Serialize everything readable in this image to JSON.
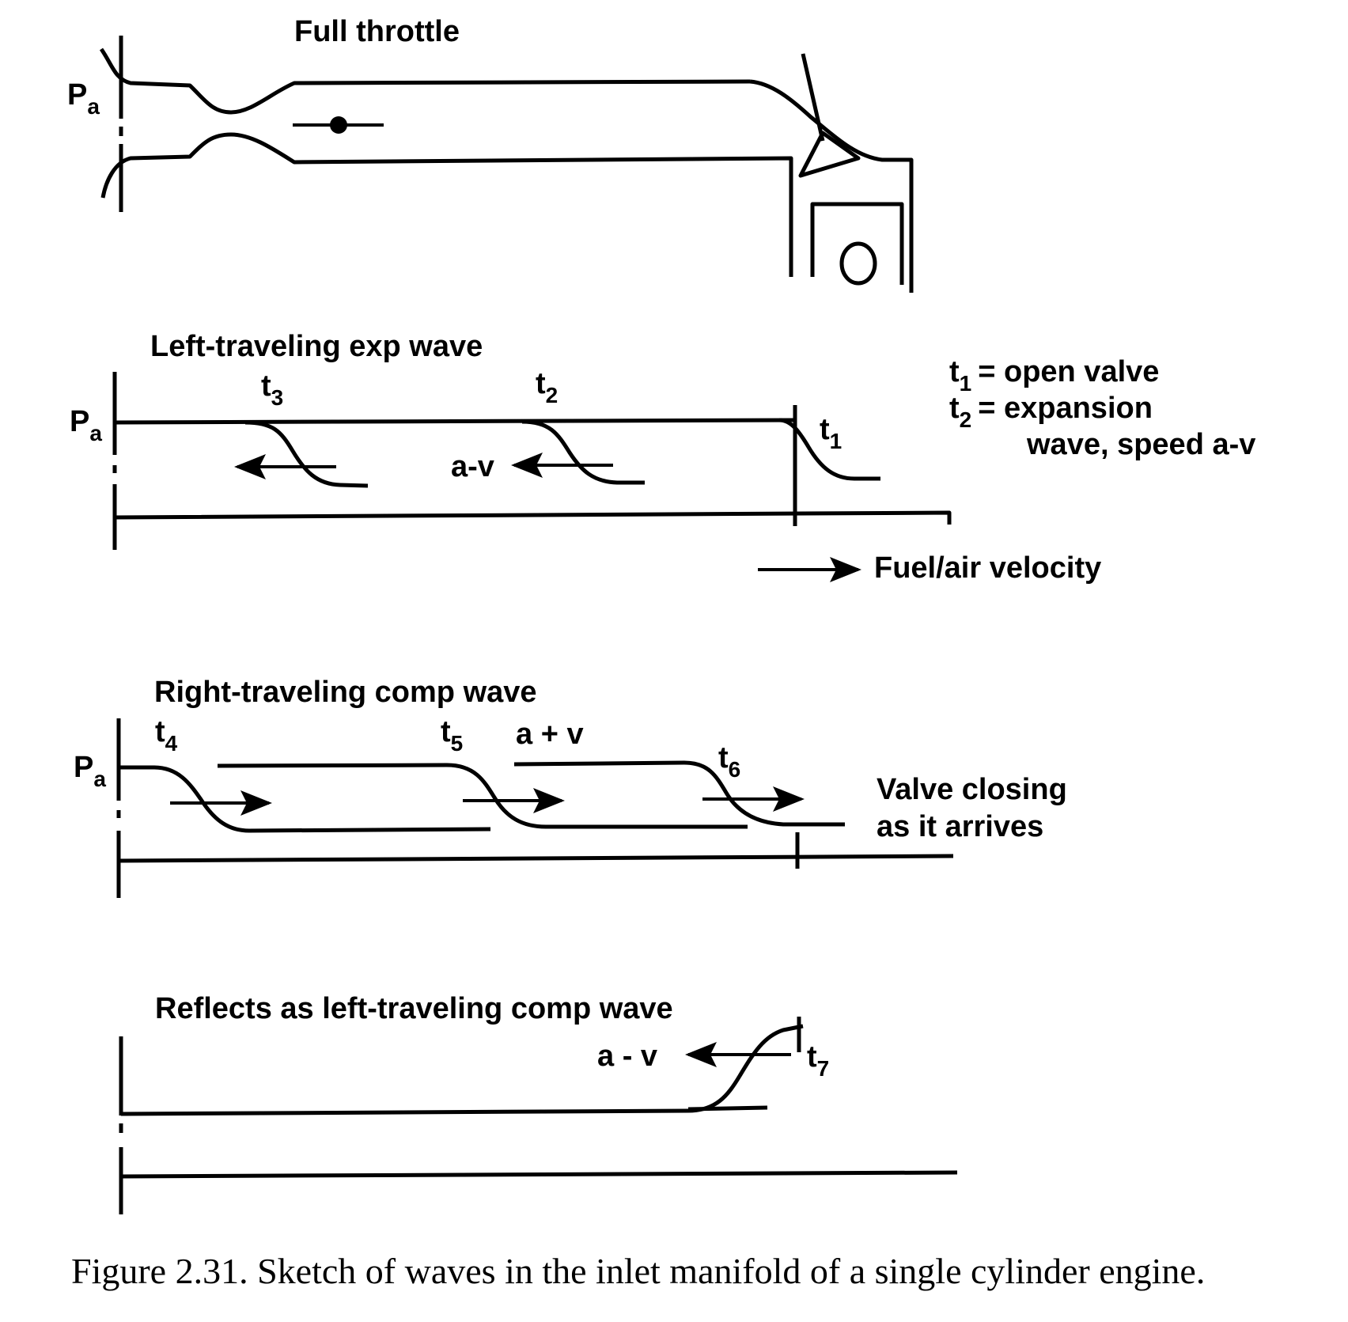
{
  "panel_top": {
    "title": "Full throttle",
    "pressure_label": "P",
    "pressure_subscript": "a"
  },
  "panel_expansion": {
    "title": "Left-traveling exp wave",
    "pressure_label": "P",
    "pressure_subscript": "a",
    "times": [
      {
        "base": "t",
        "sub": "3"
      },
      {
        "base": "t",
        "sub": "2"
      },
      {
        "base": "t",
        "sub": "1"
      }
    ],
    "speed_label": "a-v",
    "legend_lines": [
      {
        "base": "t",
        "sub": "1",
        "text": "= open valve"
      },
      {
        "base": "t",
        "sub": "2",
        "text": "= expansion"
      },
      {
        "base": "",
        "sub": "",
        "text": "wave, speed a-v"
      }
    ],
    "velocity_label": "Fuel/air velocity"
  },
  "panel_compression": {
    "title": "Right-traveling comp wave",
    "pressure_label": "P",
    "pressure_subscript": "a",
    "times": [
      {
        "base": "t",
        "sub": "4"
      },
      {
        "base": "t",
        "sub": "5"
      },
      {
        "base": "t",
        "sub": "6"
      }
    ],
    "speed_label": "a + v",
    "note_lines": [
      "Valve closing",
      "as it arrives"
    ]
  },
  "panel_reflection": {
    "title": "Reflects as left-traveling comp wave",
    "speed_label": "a - v",
    "time": {
      "base": "t",
      "sub": "7"
    }
  },
  "caption": "Figure 2.31.   Sketch of waves in the inlet manifold of a single cylinder engine."
}
